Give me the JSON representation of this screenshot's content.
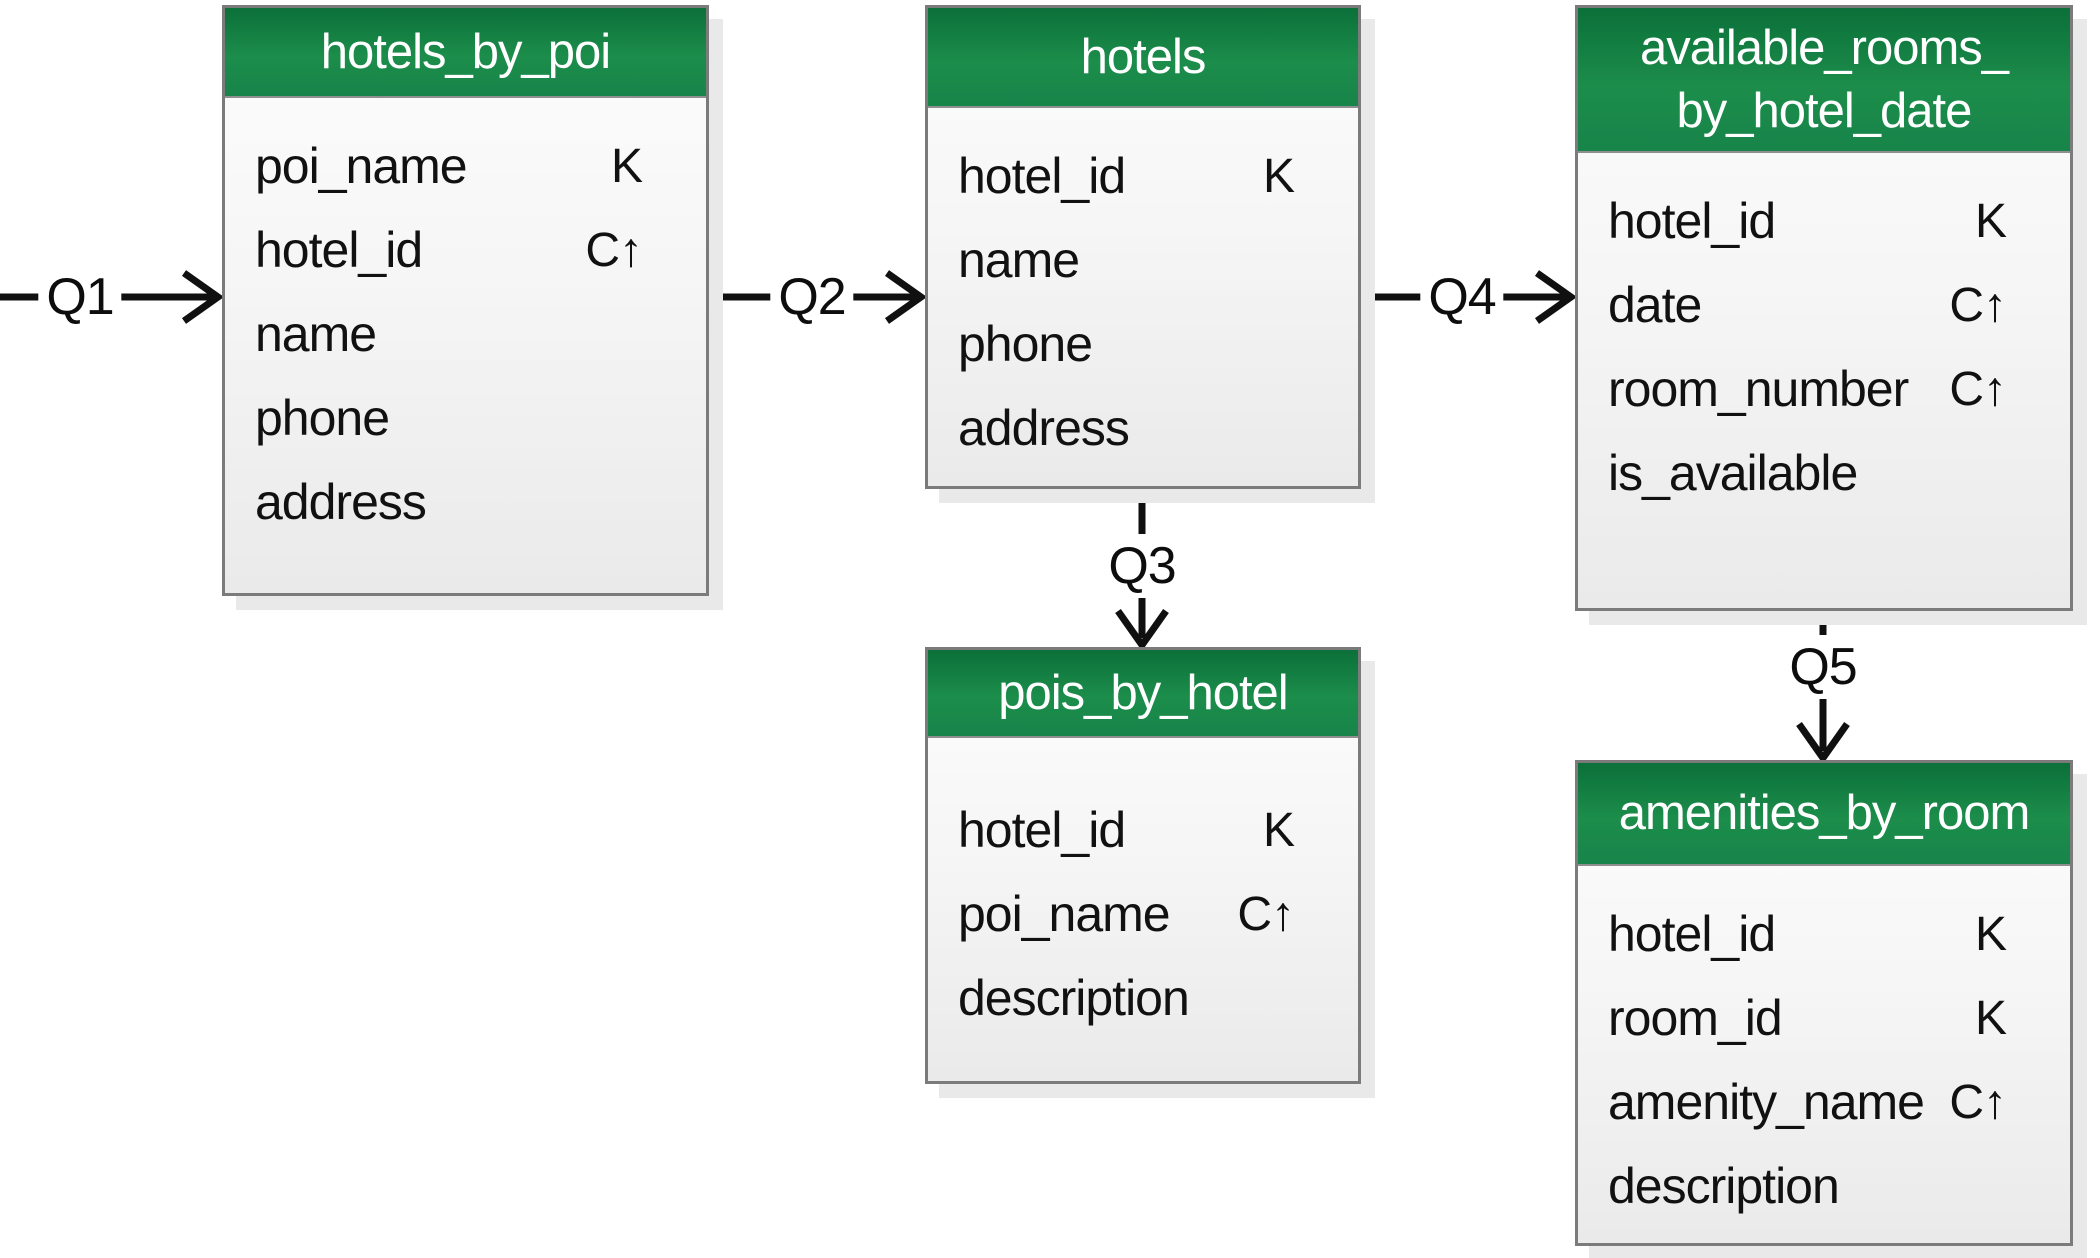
{
  "colors": {
    "header_green_top": "#0b7039",
    "header_green_bottom": "#1c8d4b",
    "body_gradient_top": "#fdfdfd",
    "body_gradient_bottom": "#eaeaea",
    "border_gray": "#7b7b7b",
    "shadow_gray": "#e9e9e9",
    "arrow_black": "#101010",
    "header_text": "#ffffff",
    "field_text": "#111111"
  },
  "key_symbols": {
    "partition_key": "K",
    "clustering_key_ascending": "C↑"
  },
  "tables": [
    {
      "title": "hotels_by_poi",
      "columns": [
        {
          "name": "poi_name",
          "key": "K"
        },
        {
          "name": "hotel_id",
          "key": "C↑"
        },
        {
          "name": "name",
          "key": ""
        },
        {
          "name": "phone",
          "key": ""
        },
        {
          "name": "address",
          "key": ""
        }
      ]
    },
    {
      "title": "hotels",
      "columns": [
        {
          "name": "hotel_id",
          "key": "K"
        },
        {
          "name": "name",
          "key": ""
        },
        {
          "name": "phone",
          "key": ""
        },
        {
          "name": "address",
          "key": ""
        }
      ]
    },
    {
      "title_line1": "available_rooms_",
      "title_line2": "by_hotel_date",
      "columns": [
        {
          "name": "hotel_id",
          "key": "K"
        },
        {
          "name": "date",
          "key": "C↑"
        },
        {
          "name": "room_number",
          "key": "C↑"
        },
        {
          "name": "is_available",
          "key": ""
        }
      ]
    },
    {
      "title": "pois_by_hotel",
      "columns": [
        {
          "name": "hotel_id",
          "key": "K"
        },
        {
          "name": "poi_name",
          "key": "C↑"
        },
        {
          "name": "description",
          "key": ""
        }
      ]
    },
    {
      "title": "amenities_by_room",
      "columns": [
        {
          "name": "hotel_id",
          "key": "K"
        },
        {
          "name": "room_id",
          "key": "K"
        },
        {
          "name": "amenity_name",
          "key": "C↑"
        },
        {
          "name": "description",
          "key": ""
        }
      ]
    }
  ],
  "queries": [
    {
      "label": "Q1"
    },
    {
      "label": "Q2"
    },
    {
      "label": "Q3"
    },
    {
      "label": "Q4"
    },
    {
      "label": "Q5"
    }
  ]
}
